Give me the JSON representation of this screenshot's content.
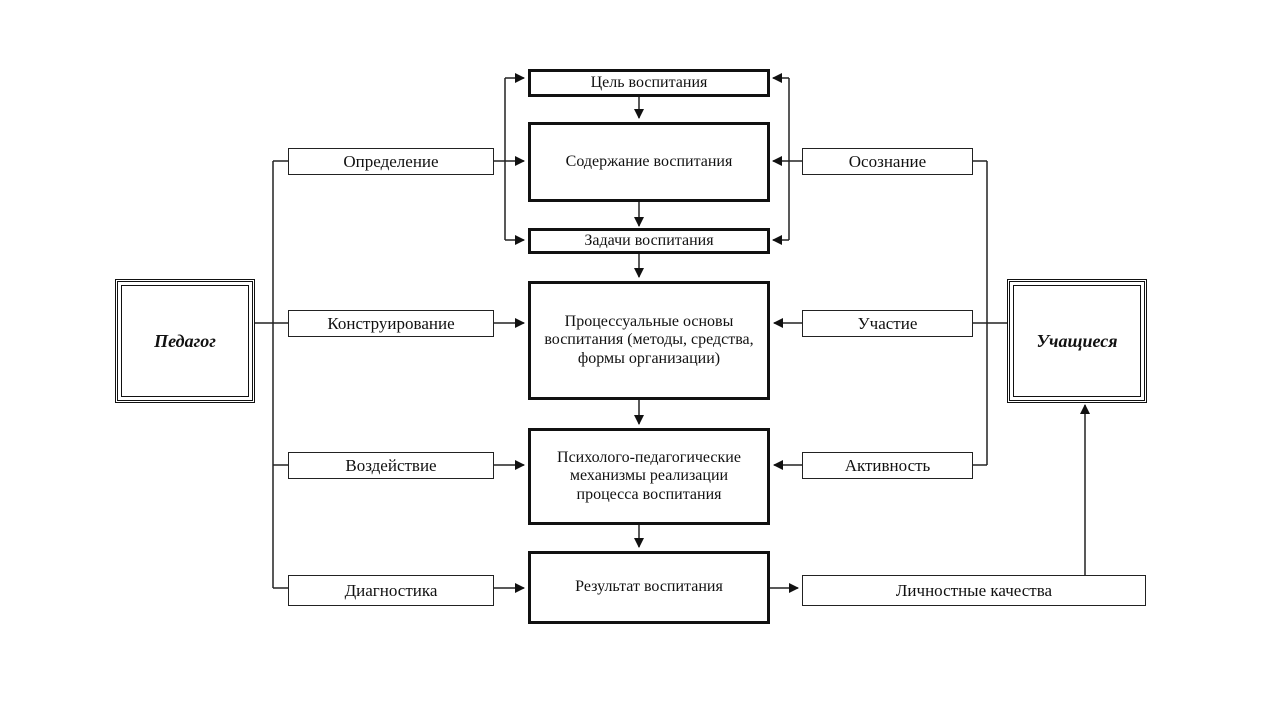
{
  "diagram": {
    "actors": {
      "teacher": "Педагог",
      "students": "Учащиеся"
    },
    "teacher_actions": {
      "definition": "Определение",
      "construction": "Конструирование",
      "influence": "Воздействие",
      "diagnostics": "Диагностика"
    },
    "student_actions": {
      "awareness": "Осознание",
      "participation": "Участие",
      "activity": "Активность"
    },
    "core": {
      "goal": "Цель воспитания",
      "content": "Содержание воспитания",
      "tasks": "Задачи воспитания",
      "procedural": "Процессуальные основы воспитания (методы, средства, формы организации)",
      "mechanisms": "Психолого-педагогические механизмы реализации процесса воспитания",
      "result": "Результат воспитания"
    },
    "outcome": {
      "personal_qualities": "Личностные качества"
    }
  }
}
